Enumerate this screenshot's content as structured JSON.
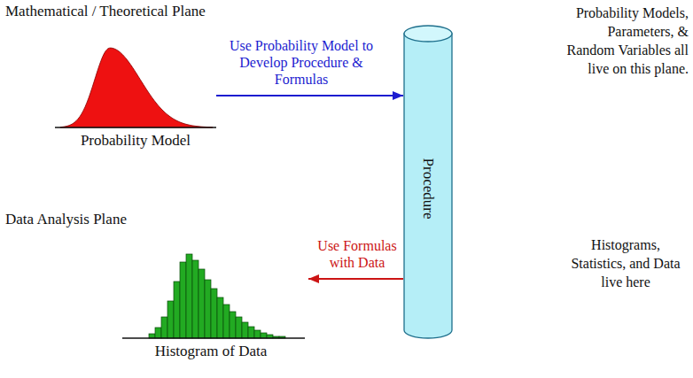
{
  "diagram": {
    "nodes": [
      {
        "text": [
          "Mathematical / Theoretical Plane"
        ]
      },
      {
        "text": [
          "Probability Model"
        ],
        "in": 0
      },
      {
        "text": [
          "Procedure"
        ]
      },
      {
        "text": [
          "Data Analysis Plane"
        ]
      },
      {
        "text": [
          "Histogram of Data"
        ],
        "in": 3
      }
    ],
    "edges": [
      {
        "from": 1,
        "to": 2,
        "label": "Use Probability Model to Develop Procedure & Formulas",
        "arrow": "to"
      },
      {
        "from": 2,
        "to": 4,
        "label": "Use Formulas with Data",
        "arrow": "to"
      }
    ],
    "labels": [
      "Probability Models, Parameters, & Random Variables all live on this plane.",
      "Histograms, Statistics, and Data live here"
    ]
  }
}
